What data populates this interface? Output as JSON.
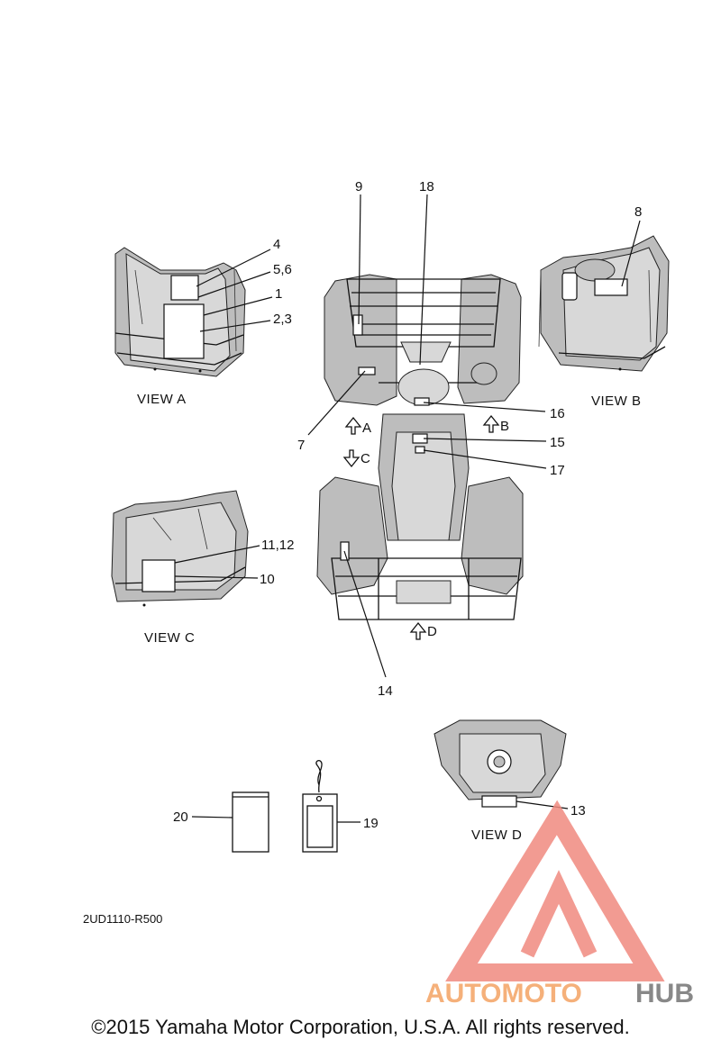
{
  "callouts": {
    "c1": "1",
    "c2_3": "2,3",
    "c4": "4",
    "c5_6": "5,6",
    "c7": "7",
    "c8": "8",
    "c9": "9",
    "c10": "10",
    "c11_12": "11,12",
    "c13": "13",
    "c14": "14",
    "c15": "15",
    "c16": "16",
    "c17": "17",
    "c18": "18",
    "c19": "19",
    "c20": "20"
  },
  "views": {
    "a": "VIEW A",
    "b": "VIEW B",
    "c": "VIEW C",
    "d": "VIEW D"
  },
  "arrows": {
    "a": "A",
    "b": "B",
    "c": "C",
    "d": "D"
  },
  "drawing_code": "2UD1110-R500",
  "watermark": {
    "part1": "AUTOMOTO",
    "part2": "HUB",
    "color1": "#f5b07a",
    "color2": "#888888",
    "mark_color": "#f08a80"
  },
  "copyright": "©2015 Yamaha Motor Corporation, U.S.A. All rights reserved."
}
